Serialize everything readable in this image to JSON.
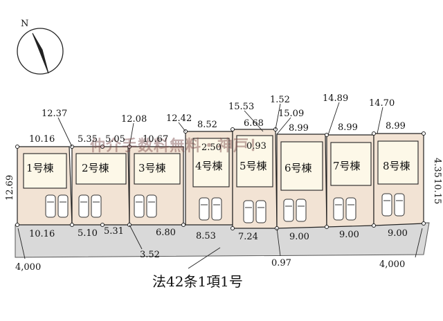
{
  "compass": {
    "label": "N"
  },
  "units": [
    {
      "label": "1号棟"
    },
    {
      "label": "2号棟"
    },
    {
      "label": "3号棟"
    },
    {
      "label": "4号棟"
    },
    {
      "label": "5号棟"
    },
    {
      "label": "6号棟"
    },
    {
      "label": "7号棟"
    },
    {
      "label": "8号棟"
    }
  ],
  "dimensions": {
    "top_frontage": [
      "10.16",
      "5.35",
      "5.05",
      "10.67",
      "8.52",
      "6.68",
      "8.99",
      "8.99",
      "8.99"
    ],
    "diagonal": [
      "12.37",
      "12.08",
      "12.42",
      "15.53",
      "1.52",
      "15.09",
      "14.89",
      "14.70"
    ],
    "inner": [
      "2.50",
      "0.93"
    ],
    "bottom_frontage": [
      "10.16",
      "5.10",
      "5.31",
      "6.80",
      "8.53",
      "7.24",
      "9.00",
      "9.00",
      "9.00"
    ],
    "left_depth": "12.69",
    "right_depth": [
      "4.35",
      "10.15"
    ],
    "below_road": [
      "3.52",
      "0.97"
    ]
  },
  "road": {
    "left_width": "4,000",
    "right_width": "4,000",
    "label": "法42条1項1号"
  },
  "watermark": "仲介手数料無料・神戸！"
}
